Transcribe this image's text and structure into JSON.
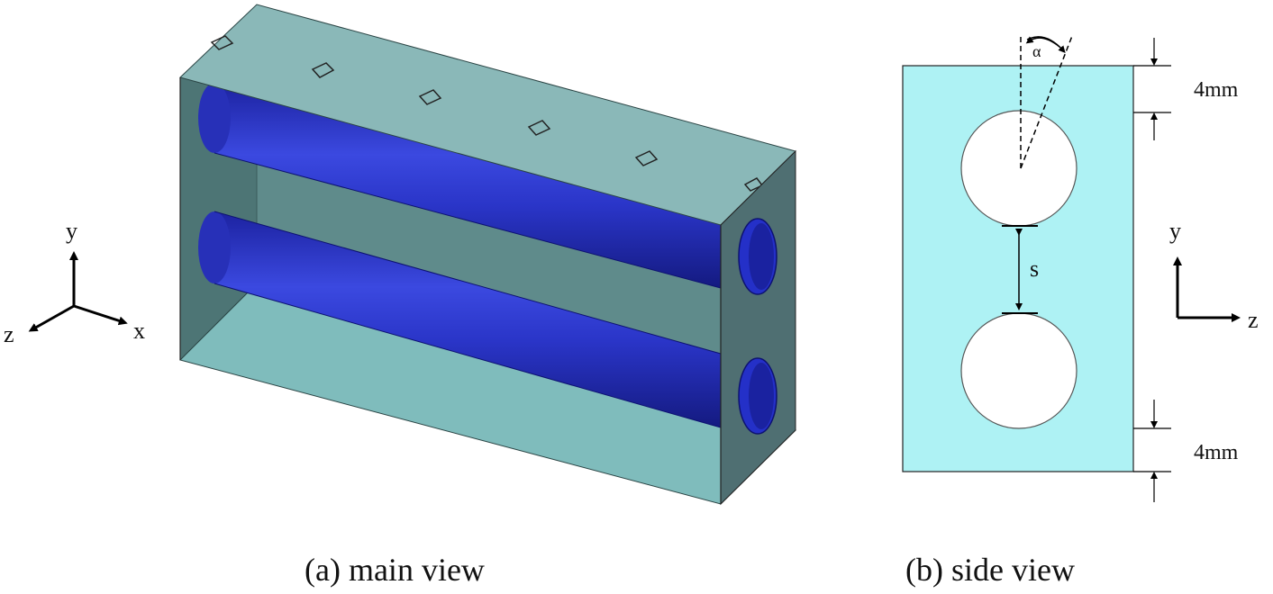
{
  "main_view": {
    "caption": "(a) main view",
    "axis_labels": {
      "y": "y",
      "z": "z",
      "x": "x"
    }
  },
  "side_view": {
    "caption": "(b) side view",
    "angle_label": "α",
    "spacing_label": "s",
    "top_margin": "4mm",
    "bottom_margin": "4mm",
    "axis_labels": {
      "y": "y",
      "z": "z"
    }
  },
  "colors": {
    "box_top": "#8ab8b8",
    "box_back": "#5f8b8b",
    "box_left": "#4d7575",
    "box_bottom": "#7fbcbc",
    "box_side": "#4f6f72",
    "tube": "#2a35c8",
    "side_fill": "#aef2f4"
  }
}
